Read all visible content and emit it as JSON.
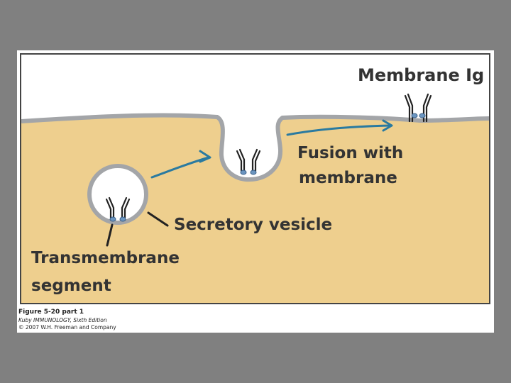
{
  "labels": {
    "membrane_ig": "Membrane Ig",
    "fusion_line1": "Fusion with",
    "fusion_line2": "membrane",
    "secretory_vesicle": "Secretory vesicle",
    "transmembrane_line1": "Transmembrane",
    "transmembrane_line2": "segment"
  },
  "caption": {
    "figure": "Figure 5-20 part 1",
    "book": "Kuby IMMUNOLOGY, Sixth Edition",
    "copyright": "© 2007 W.H. Freeman and Company"
  },
  "colors": {
    "cytoplasm": "#eecf8e",
    "membrane": "#a3a5a8",
    "vesicle_interior": "#ffffff",
    "arrow": "#2a7aa0",
    "antibody": "#222222",
    "transmembrane_anchor": "#6b95c0",
    "label_text": "#333333",
    "frame_border": "#444444",
    "background": "#808080"
  }
}
